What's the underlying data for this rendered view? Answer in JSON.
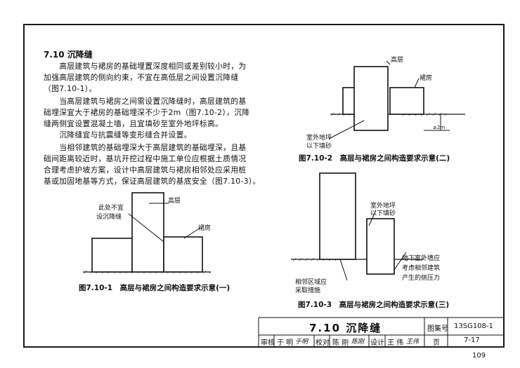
{
  "section": {
    "heading": "7.10 沉降缝",
    "paragraphs": [
      [
        "　　高层建筑与裙房的基础埋置深度相同或差别较小时，为",
        "加强高层建筑的侧向约束，不宜在高低层之间设置沉降缝",
        "（图7.10-1）。"
      ],
      [
        "　　当高层建筑与裙房之间需设置沉降缝时，高层建筑的基",
        "础埋深宜大于裙房的基础埋深不少于2m（图7.10-2），沉降",
        "缝两侧宜设置混凝土墙，且宜填砂至室外地坪标高。"
      ],
      [
        "　　沉降缝宜与抗震缝等变形缝合并设置。"
      ],
      [
        "　　当相邻建筑的基础埋深大于高层建筑的基础埋深，且基",
        "础间距离较近时，基坑开挖过程中施工单位应根据土质情况",
        "合理考虑护坡方案，设计中高层建筑与裙房相邻处应采用桩",
        "基或加固地基等方式，保证高层建筑的基底安全（图7.10-3）。"
      ]
    ]
  },
  "fig1": {
    "caption": "图7.10-1　高层与裙房之间构造要求示意(一)",
    "label_high": "高层",
    "label_podium": "裙房",
    "note_line1": "此处不宜",
    "note_line2": "设沉降缝"
  },
  "fig2": {
    "caption": "图7.10-2　高层与裙房之间构造要求示意(二)",
    "label_high": "高层",
    "label_podium": "裙房",
    "note_line1": "室外地坪",
    "note_line2": "以下填砂",
    "dim_label": "≥2m"
  },
  "fig3": {
    "caption": "图7.10-3　高层与裙房之间构造要求示意(三)",
    "note_a_line1": "室外地坪",
    "note_a_line2": "以下填砂",
    "note_b_line1": "地下室外墙应",
    "note_b_line2": "考虑相邻建筑",
    "note_b_line3": "产生的侧压力",
    "note_c_line1": "相邻区域应",
    "note_c_line2": "采取措施"
  },
  "title_block": {
    "title": "7.10 沉降缝",
    "atlas_label": "图集号",
    "atlas_no": "13SG108-1",
    "page_label": "页",
    "page_no": "7-17",
    "review_label": "审核",
    "reviewer": "于 明",
    "check_label": "校对",
    "checker": "陈 刚",
    "design_label": "设计",
    "designer": "王 伟",
    "sig1": "于明",
    "sig2": "陈刚",
    "sig3": "王伟"
  },
  "page_number": "109"
}
